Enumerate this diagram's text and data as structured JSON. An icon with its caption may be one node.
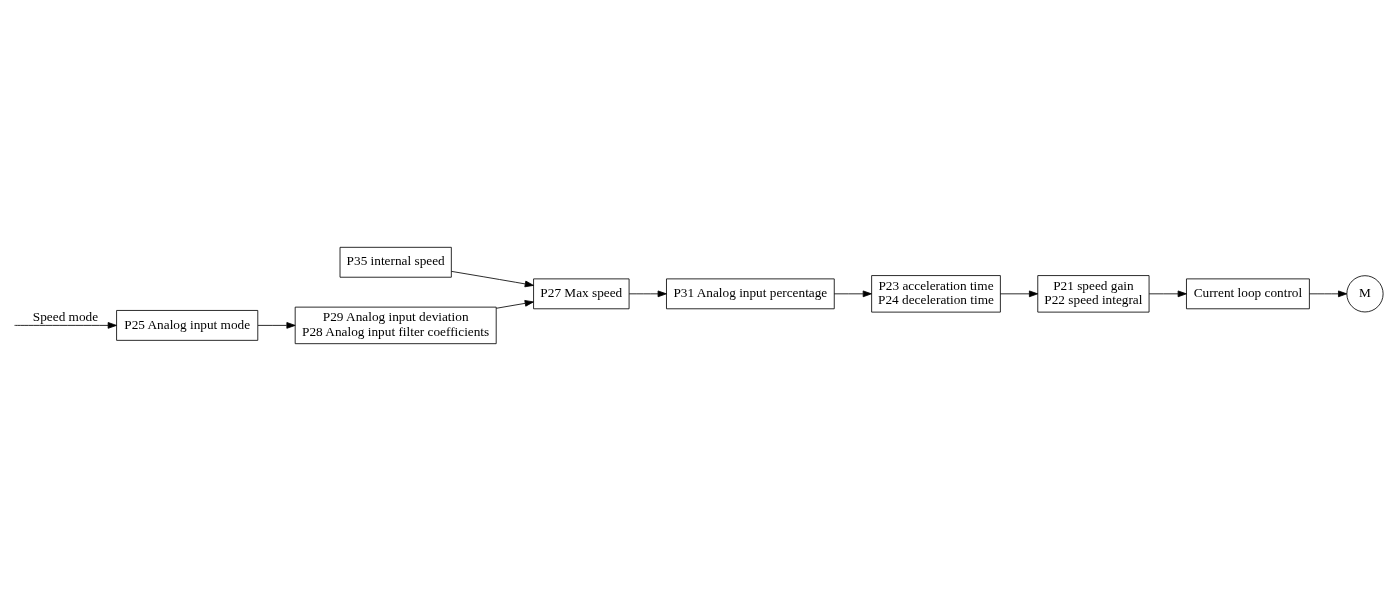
{
  "diagram": {
    "nodes": [
      {
        "text": [
          "P25 Analog input mode"
        ]
      },
      {
        "text": [
          "P29 Analog input deviation",
          "P28 Analog input filter coefficients"
        ]
      },
      {
        "text": [
          "P27 Max speed"
        ]
      },
      {
        "text": [
          "P35 internal speed"
        ]
      },
      {
        "text": [
          "P31 Analog input percentage"
        ]
      },
      {
        "text": [
          "P23 acceleration time",
          "P24 deceleration time"
        ]
      },
      {
        "text": [
          "P21 speed gain",
          "P22 speed integral"
        ]
      },
      {
        "text": [
          "Current loop control"
        ]
      },
      {
        "text": [
          "M"
        ]
      }
    ],
    "edges": [
      {
        "from": null,
        "to": 0,
        "arrow": "to",
        "label": "Speed mode"
      },
      {
        "from": 0,
        "to": 1,
        "arrow": "to"
      },
      {
        "from": 1,
        "to": 2,
        "arrow": "to"
      },
      {
        "from": 3,
        "to": 2,
        "arrow": "to"
      },
      {
        "from": 2,
        "to": 4,
        "arrow": "to"
      },
      {
        "from": 4,
        "to": 5,
        "arrow": "to"
      },
      {
        "from": 5,
        "to": 6,
        "arrow": "to"
      },
      {
        "from": 6,
        "to": 7,
        "arrow": "to"
      },
      {
        "from": 7,
        "to": 8,
        "arrow": "to"
      }
    ]
  }
}
